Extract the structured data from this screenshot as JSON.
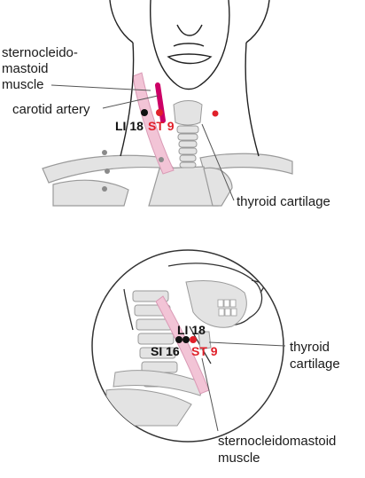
{
  "labels": {
    "scm_top_line1": "sternocleido-",
    "scm_top_line2": "mastoid",
    "scm_top_line3": "muscle",
    "carotid": "carotid artery",
    "thyroid_top": "thyroid cartilage",
    "thyroid_bottom_line1": "thyroid",
    "thyroid_bottom_line2": "cartilage",
    "scm_bottom_line1": "sternocleidomastoid",
    "scm_bottom_line2": "muscle"
  },
  "points": {
    "li18_top": "LI 18",
    "st9_top": "ST 9",
    "li18_bottom": "LI 18",
    "si16_bottom": "SI 16",
    "st9_bottom": "ST 9"
  },
  "colors": {
    "line": "#555555",
    "skin_line": "#222222",
    "bone_fill": "#e3e3e3",
    "bone_stroke": "#9a9a9a",
    "muscle_fill": "#f2c4d6",
    "muscle_stroke": "#d99ab5",
    "artery": "#cc0066",
    "point_red": "#e0202a",
    "point_black": "#111111"
  }
}
